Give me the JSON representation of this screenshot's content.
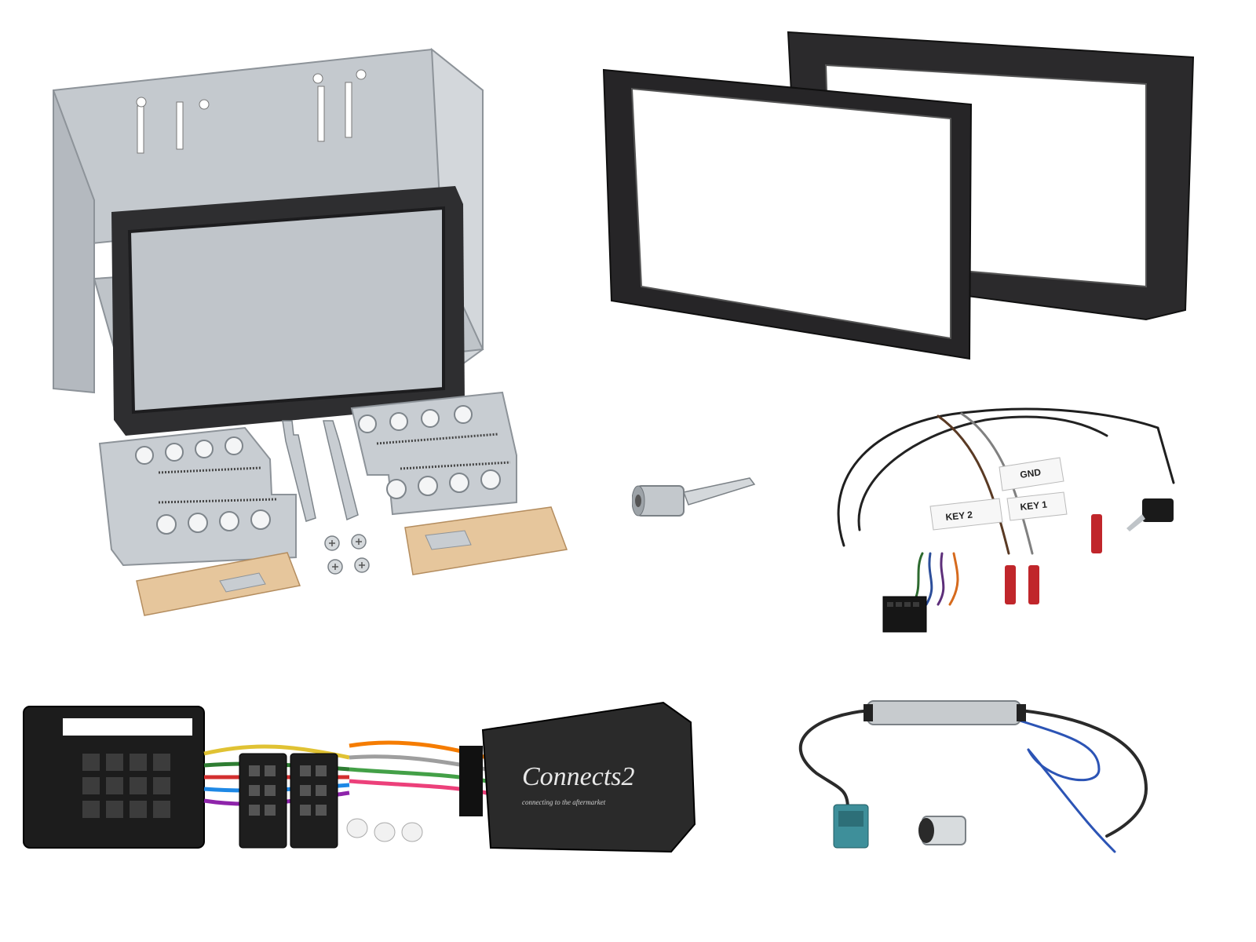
{
  "scene": {
    "description_items": [
      "cage",
      "facia-fronts",
      "antenna-adapter",
      "patch-lead",
      "steering-interface",
      "antenna-splitter"
    ]
  },
  "patch_lead": {
    "tags": {
      "gnd": "GND",
      "key1": "KEY 1",
      "key2": "KEY 2"
    }
  },
  "steering_interface": {
    "brand_logo": "Connects2",
    "brand_tagline": "connecting to the aftermarket"
  },
  "colors": {
    "metal": "#c9ced3",
    "frame_black": "#2a2a2c",
    "connector_black": "#1c1c1c",
    "fakra_blue": "#3e8f9a",
    "plug_red": "#c0262b"
  }
}
